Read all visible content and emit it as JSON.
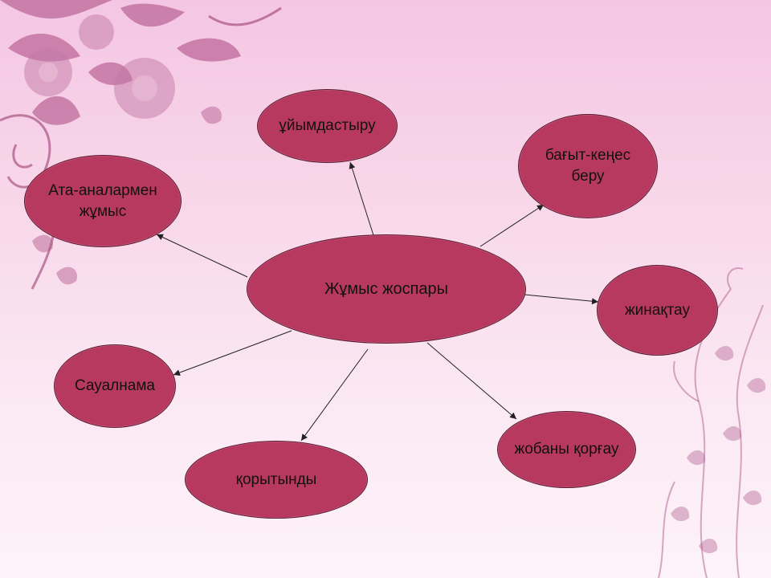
{
  "diagram": {
    "center": {
      "label": "Жұмыс жоспары"
    },
    "nodes": [
      {
        "id": "uiymdastyru",
        "label": "ұйымдастыру"
      },
      {
        "id": "bagyt",
        "label": "бағыт-кеңес\nберу"
      },
      {
        "id": "zhinaktau",
        "label": "жинақтау"
      },
      {
        "id": "zhoba",
        "label": "жобаны қорғау"
      },
      {
        "id": "korytyndy",
        "label": "қорытынды"
      },
      {
        "id": "saualnama",
        "label": "Сауалнама"
      },
      {
        "id": "ata",
        "label": "Ата-аналармен\nжұмыс"
      }
    ]
  },
  "colors": {
    "node_fill": "#b8395f",
    "node_border": "#5a1630",
    "arrow": "#222222",
    "decor": "#a8457e"
  }
}
